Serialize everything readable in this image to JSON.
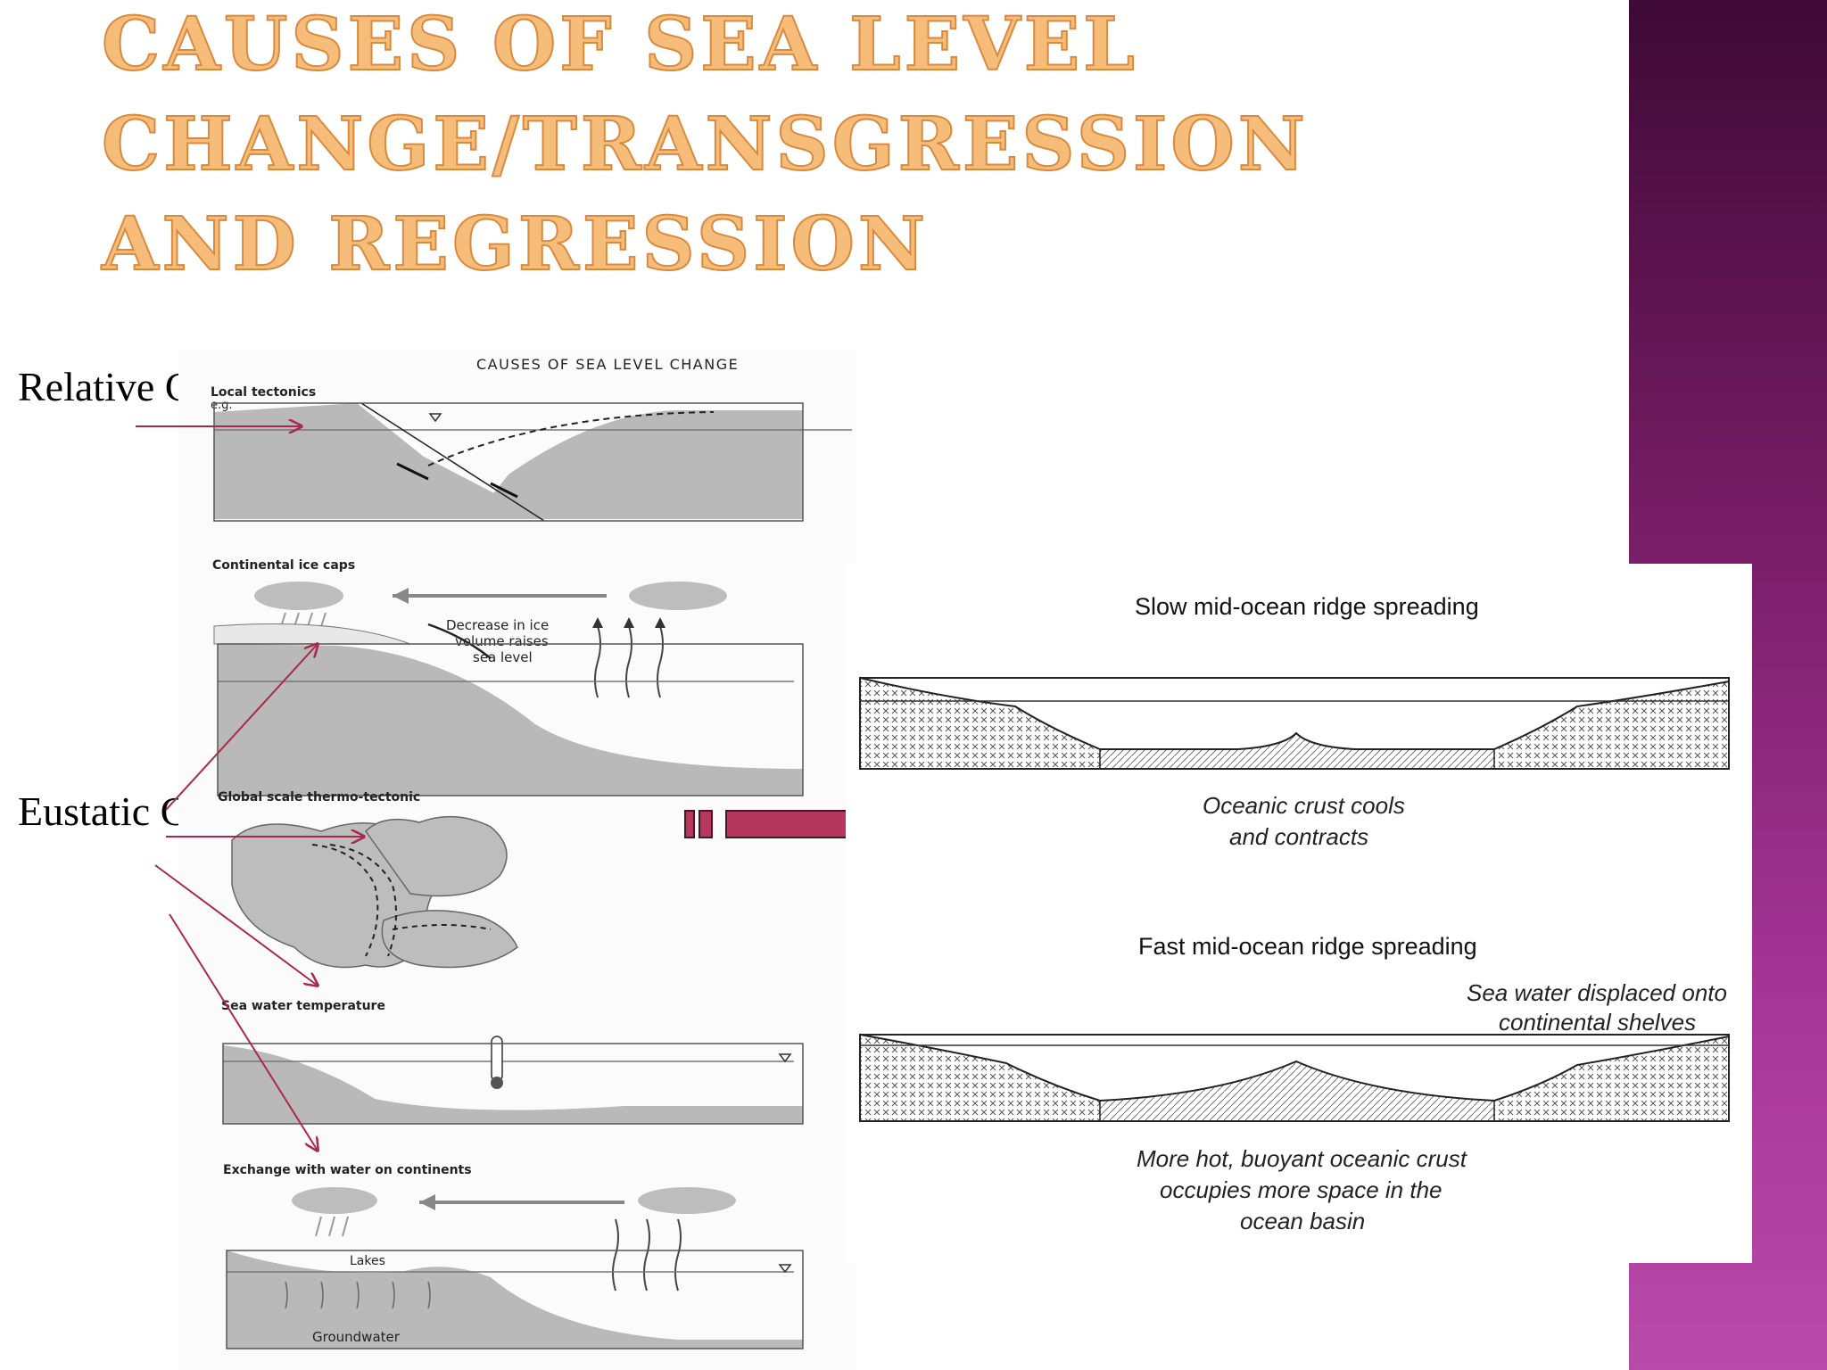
{
  "title": "CAUSES OF SEA LEVEL CHANGE/TRANSGRESSION AND REGRESSION",
  "labels": {
    "relative": "Relative Change",
    "eustatic": "Eustatic Change"
  },
  "left_figure": {
    "header": "CAUSES OF SEA LEVEL CHANGE",
    "panels": {
      "local_tectonics": "Local tectonics",
      "local_tectonics_eg": "e.g.",
      "ice_caps": "Continental ice caps",
      "ice_note_1": "Decrease in ice",
      "ice_note_2": "volume raises",
      "ice_note_3": "sea level",
      "thermo_tectonic": "Global scale thermo-tectonic",
      "sea_temp": "Sea water temperature",
      "exchange": "Exchange with water on continents",
      "lakes": "Lakes",
      "groundwater": "Groundwater"
    }
  },
  "right_figure": {
    "slow_title": "Slow mid-ocean ridge spreading",
    "slow_caption_1": "Oceanic crust cools",
    "slow_caption_2": "and contracts",
    "fast_title": "Fast mid-ocean ridge spreading",
    "fast_note_1": "Sea water displaced onto",
    "fast_note_2": "continental shelves",
    "fast_caption_1": "More hot, buoyant oceanic crust",
    "fast_caption_2": "occupies more space in the",
    "fast_caption_3": "ocean basin"
  },
  "colors": {
    "title": "#f6bd7a",
    "side_band": "#8a2a7a",
    "arrow": "#b5365e",
    "annotation_lines": "#a8294f"
  }
}
